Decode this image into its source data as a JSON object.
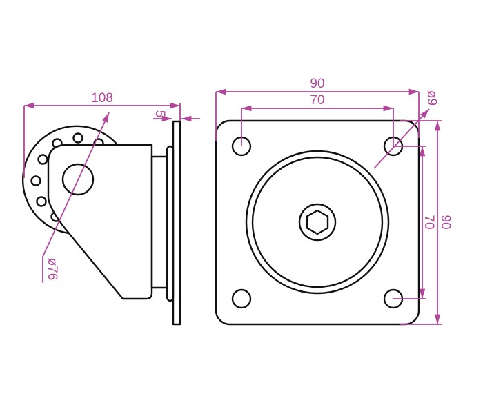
{
  "colors": {
    "outline": "#111111",
    "dimension": "#b0479a"
  },
  "side_view": {
    "overall_length": "108",
    "plate_thickness": "5",
    "wheel_diameter": "ø76"
  },
  "top_view": {
    "plate_width": "90",
    "hole_spacing_horizontal": "70",
    "hole_diameter": "ø9",
    "hole_spacing_vertical": "70",
    "plate_height": "90"
  }
}
